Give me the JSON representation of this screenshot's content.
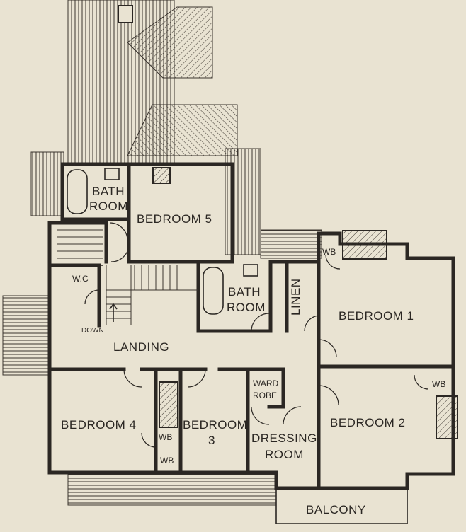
{
  "rooms": {
    "bath_room_upper_l1": "BATH",
    "bath_room_upper_l2": "ROOM",
    "bedroom_5": "BEDROOM 5",
    "bath_room_center_l1": "BATH",
    "bath_room_center_l2": "ROOM",
    "linen": "LINEN",
    "bedroom_1": "BEDROOM 1",
    "wc": "W.C",
    "down": "DOWN",
    "landing": "LANDING",
    "bedroom_4": "BEDROOM 4",
    "bedroom_3_l1": "BEDROOM",
    "bedroom_3_l2": "3",
    "wardrobe_l1": "WARD",
    "wardrobe_l2": "ROBE",
    "dressing_l1": "DRESSING",
    "dressing_l2": "ROOM",
    "bedroom_2": "BEDROOM 2",
    "balcony": "BALCONY",
    "wb_bedroom1": "WB",
    "wb_bedroom2": "WB",
    "wb_bedroom4": "WB",
    "wb_hall": "WB"
  },
  "colors": {
    "paper": "#e9e3d2",
    "ink": "#2b2723"
  }
}
